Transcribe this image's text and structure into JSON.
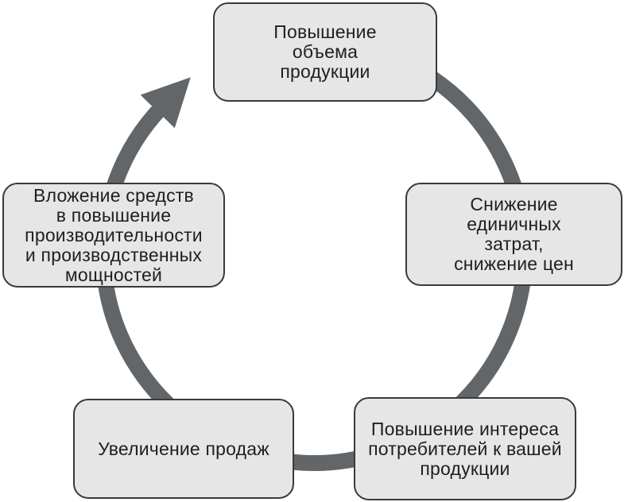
{
  "colors": {
    "background": "#ffffff",
    "node_fill": "#e6e6e6",
    "node_border": "#3a3a3a",
    "arrow": "#636669",
    "text": "#1f1f1f"
  },
  "nodes": [
    {
      "id": "output-increase",
      "lines": [
        "Повышение",
        "объема",
        "продукции"
      ]
    },
    {
      "id": "cost-reduction",
      "lines": [
        "Снижение",
        "единичных",
        "затрат,",
        "снижение цен"
      ]
    },
    {
      "id": "consumer-interest",
      "lines": [
        "Повышение интереса",
        "потребителей к вашей",
        "продукции"
      ]
    },
    {
      "id": "sales-increase",
      "lines": [
        "Увеличение продаж"
      ]
    },
    {
      "id": "investment",
      "lines": [
        "Вложение средств",
        "в повышение",
        "производительности",
        "и производственных",
        "мощностей"
      ]
    }
  ]
}
